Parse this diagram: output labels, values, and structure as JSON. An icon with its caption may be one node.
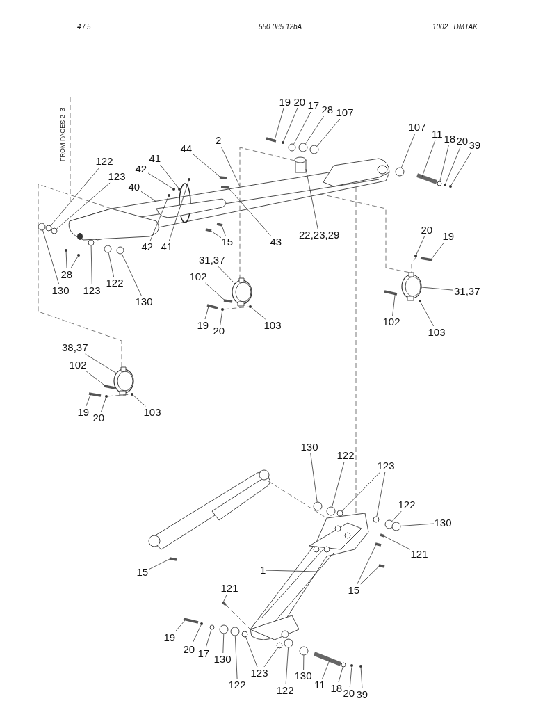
{
  "diagram": {
    "nodes": [
      {
        "text": [
          "19"
        ]
      },
      {
        "text": [
          "20"
        ]
      },
      {
        "text": [
          "17"
        ]
      },
      {
        "text": [
          "28"
        ]
      },
      {
        "text": [
          "107"
        ]
      },
      {
        "text": [
          "107"
        ]
      },
      {
        "text": [
          "11"
        ]
      },
      {
        "text": [
          "18"
        ]
      },
      {
        "text": [
          "20"
        ]
      },
      {
        "text": [
          "39"
        ]
      },
      {
        "text": [
          "2"
        ]
      },
      {
        "text": [
          "44"
        ]
      },
      {
        "text": [
          "41"
        ]
      },
      {
        "text": [
          "42"
        ]
      },
      {
        "text": [
          "122"
        ]
      },
      {
        "text": [
          "123"
        ]
      },
      {
        "text": [
          "40"
        ]
      },
      {
        "text": [
          "42"
        ]
      },
      {
        "text": [
          "41"
        ]
      },
      {
        "text": [
          "15"
        ]
      },
      {
        "text": [
          "43"
        ]
      },
      {
        "text": [
          "22,23,29"
        ]
      },
      {
        "text": [
          "28"
        ]
      },
      {
        "text": [
          "130"
        ]
      },
      {
        "text": [
          "123"
        ]
      },
      {
        "text": [
          "122"
        ]
      },
      {
        "text": [
          "130"
        ]
      },
      {
        "text": [
          "31,37"
        ]
      },
      {
        "text": [
          "102"
        ]
      },
      {
        "text": [
          "19"
        ]
      },
      {
        "text": [
          "20"
        ]
      },
      {
        "text": [
          "103"
        ]
      },
      {
        "text": [
          "20"
        ]
      },
      {
        "text": [
          "19"
        ]
      },
      {
        "text": [
          "31,37"
        ]
      },
      {
        "text": [
          "102"
        ]
      },
      {
        "text": [
          "103"
        ]
      },
      {
        "text": [
          "38,37"
        ]
      },
      {
        "text": [
          "102"
        ]
      },
      {
        "text": [
          "19"
        ]
      },
      {
        "text": [
          "20"
        ]
      },
      {
        "text": [
          "103"
        ]
      },
      {
        "text": [
          "130"
        ]
      },
      {
        "text": [
          "122"
        ]
      },
      {
        "text": [
          "123"
        ]
      },
      {
        "text": [
          "122"
        ]
      },
      {
        "text": [
          "130"
        ]
      },
      {
        "text": [
          "121"
        ]
      },
      {
        "text": [
          "15"
        ]
      },
      {
        "text": [
          "1"
        ]
      },
      {
        "text": [
          "15"
        ]
      },
      {
        "text": [
          "121"
        ]
      },
      {
        "text": [
          "19"
        ]
      },
      {
        "text": [
          "20"
        ]
      },
      {
        "text": [
          "17"
        ]
      },
      {
        "text": [
          "130"
        ]
      },
      {
        "text": [
          "122"
        ]
      },
      {
        "text": [
          "123"
        ]
      },
      {
        "text": [
          "122"
        ]
      },
      {
        "text": [
          "130"
        ]
      },
      {
        "text": [
          "11"
        ]
      },
      {
        "text": [
          "18"
        ]
      },
      {
        "text": [
          "20"
        ]
      },
      {
        "text": [
          "39"
        ]
      },
      {
        "text": [],
        "shape": "picture"
      },
      {
        "text": [],
        "shape": "picture"
      },
      {
        "text": [],
        "shape": "picture"
      },
      {
        "text": [],
        "shape": "picture"
      },
      {
        "text": [],
        "shape": "picture"
      },
      {
        "text": [],
        "shape": "picture"
      },
      {
        "text": [],
        "shape": "bar"
      },
      {
        "text": [],
        "shape": "circle"
      },
      {
        "text": [],
        "shape": "circle"
      },
      {
        "text": [],
        "shape": "circle"
      },
      {
        "text": [],
        "shape": "circle"
      },
      {
        "text": [],
        "shape": "circle"
      },
      {
        "text": [],
        "shape": "bar"
      },
      {
        "text": [],
        "shape": "circle"
      },
      {
        "text": [],
        "shape": "circle"
      },
      {
        "text": [],
        "shape": "circle"
      },
      {
        "text": [],
        "shape": "bar"
      },
      {
        "text": [],
        "shape": "circle"
      },
      {
        "text": [],
        "shape": "circle"
      },
      {
        "text": [],
        "shape": "circle"
      },
      {
        "text": [],
        "shape": "circle"
      },
      {
        "text": [],
        "shape": "circle"
      },
      {
        "text": [],
        "shape": "circle"
      },
      {
        "text": [],
        "shape": "bar"
      },
      {
        "text": [],
        "shape": "bar"
      },
      {
        "text": [],
        "shape": "bar"
      },
      {
        "text": [],
        "shape": "circle"
      },
      {
        "text": [],
        "shape": "circle"
      },
      {
        "text": [],
        "shape": "circle"
      },
      {
        "text": [],
        "shape": "circle"
      },
      {
        "text": [],
        "shape": "circle"
      },
      {
        "text": [],
        "shape": "circle"
      },
      {
        "text": [],
        "shape": "bar"
      },
      {
        "text": [],
        "shape": "bar"
      },
      {
        "text": [],
        "shape": "circle"
      },
      {
        "text": [],
        "shape": "circle"
      },
      {
        "text": [],
        "shape": "circle"
      },
      {
        "text": [],
        "shape": "bar"
      },
      {
        "text": [],
        "shape": "bar"
      },
      {
        "text": [],
        "shape": "circle"
      },
      {
        "text": [],
        "shape": "bar"
      },
      {
        "text": [],
        "shape": "bar"
      },
      {
        "text": [],
        "shape": "circle"
      },
      {
        "text": [],
        "shape": "circle"
      },
      {
        "text": [],
        "shape": "circle"
      },
      {
        "text": [],
        "shape": "circle"
      },
      {
        "text": [],
        "shape": "circle"
      },
      {
        "text": [],
        "shape": "circle"
      },
      {
        "text": [],
        "shape": "circle"
      },
      {
        "text": [],
        "shape": "circle"
      },
      {
        "text": [],
        "shape": "bar"
      },
      {
        "text": [],
        "shape": "bar"
      },
      {
        "text": [],
        "shape": "bar"
      },
      {
        "text": [],
        "shape": "bar"
      },
      {
        "text": [],
        "shape": "bar"
      },
      {
        "text": [],
        "shape": "bar"
      },
      {
        "text": [],
        "shape": "circle"
      },
      {
        "text": [],
        "shape": "circle"
      },
      {
        "text": [],
        "shape": "circle"
      },
      {
        "text": [],
        "shape": "circle"
      },
      {
        "text": [],
        "shape": "circle"
      },
      {
        "text": [],
        "shape": "circle"
      },
      {
        "text": [],
        "shape": "circle"
      },
      {
        "text": [],
        "shape": "circle"
      },
      {
        "text": [],
        "shape": "bar"
      },
      {
        "text": [],
        "shape": "circle"
      },
      {
        "text": [],
        "shape": "circle"
      },
      {
        "text": [],
        "shape": "circle"
      }
    ],
    "edges": [
      {
        "from": 0,
        "to": 70,
        "arrow": "none"
      },
      {
        "from": 1,
        "to": 71,
        "arrow": "none"
      },
      {
        "from": 2,
        "to": 72,
        "arrow": "none"
      },
      {
        "from": 3,
        "to": 73,
        "arrow": "none"
      },
      {
        "from": 4,
        "to": 74,
        "arrow": "none"
      },
      {
        "from": 5,
        "to": 75,
        "arrow": "none"
      },
      {
        "from": 6,
        "to": 76,
        "arrow": "none"
      },
      {
        "from": 7,
        "to": 77,
        "arrow": "none"
      },
      {
        "from": 8,
        "to": 78,
        "arrow": "none"
      },
      {
        "from": 9,
        "to": 79,
        "arrow": "none"
      },
      {
        "from": 10,
        "to": 64,
        "arrow": "none"
      },
      {
        "from": 11,
        "to": 80,
        "arrow": "none"
      },
      {
        "from": 12,
        "to": 81,
        "arrow": "none"
      },
      {
        "from": 13,
        "to": 82,
        "arrow": "none"
      },
      {
        "from": 14,
        "to": 83,
        "arrow": "none"
      },
      {
        "from": 15,
        "to": 84,
        "arrow": "none"
      },
      {
        "from": 16,
        "to": 64,
        "arrow": "none"
      },
      {
        "from": 17,
        "to": 85,
        "arrow": "none"
      },
      {
        "from": 18,
        "to": 86,
        "arrow": "none"
      },
      {
        "from": 19,
        "to": 87,
        "arrow": "none"
      },
      {
        "from": 19,
        "to": 88,
        "arrow": "none"
      },
      {
        "from": 20,
        "to": 89,
        "arrow": "none"
      },
      {
        "from": 21,
        "to": 64,
        "arrow": "none"
      },
      {
        "from": 22,
        "to": 90,
        "arrow": "none"
      },
      {
        "from": 22,
        "to": 91,
        "arrow": "none"
      },
      {
        "from": 23,
        "to": 92,
        "arrow": "none"
      },
      {
        "from": 24,
        "to": 93,
        "arrow": "none"
      },
      {
        "from": 25,
        "to": 94,
        "arrow": "none"
      },
      {
        "from": 26,
        "to": 95,
        "arrow": "none"
      },
      {
        "from": 27,
        "to": 65,
        "arrow": "none"
      },
      {
        "from": 28,
        "to": 96,
        "arrow": "none"
      },
      {
        "from": 29,
        "to": 97,
        "arrow": "none"
      },
      {
        "from": 30,
        "to": 98,
        "arrow": "none"
      },
      {
        "from": 31,
        "to": 99,
        "arrow": "none"
      },
      {
        "from": 32,
        "to": 100,
        "arrow": "none"
      },
      {
        "from": 33,
        "to": 101,
        "arrow": "none"
      },
      {
        "from": 34,
        "to": 66,
        "arrow": "none"
      },
      {
        "from": 35,
        "to": 102,
        "arrow": "none"
      },
      {
        "from": 36,
        "to": 103,
        "arrow": "none"
      },
      {
        "from": 37,
        "to": 67,
        "arrow": "none"
      },
      {
        "from": 38,
        "to": 104,
        "arrow": "none"
      },
      {
        "from": 39,
        "to": 105,
        "arrow": "none"
      },
      {
        "from": 40,
        "to": 106,
        "arrow": "none"
      },
      {
        "from": 41,
        "to": 107,
        "arrow": "none"
      },
      {
        "from": 42,
        "to": 108,
        "arrow": "none"
      },
      {
        "from": 43,
        "to": 109,
        "arrow": "none"
      },
      {
        "from": 44,
        "to": 110,
        "arrow": "none"
      },
      {
        "from": 44,
        "to": 111,
        "arrow": "none"
      },
      {
        "from": 45,
        "to": 112,
        "arrow": "none"
      },
      {
        "from": 46,
        "to": 113,
        "arrow": "none"
      },
      {
        "from": 47,
        "to": 114,
        "arrow": "none"
      },
      {
        "from": 48,
        "to": 115,
        "arrow": "none"
      },
      {
        "from": 49,
        "to": 69,
        "arrow": "none"
      },
      {
        "from": 50,
        "to": 116,
        "arrow": "none"
      },
      {
        "from": 50,
        "to": 117,
        "arrow": "none"
      },
      {
        "from": 51,
        "to": 118,
        "arrow": "none"
      },
      {
        "from": 52,
        "to": 119,
        "arrow": "none"
      },
      {
        "from": 53,
        "to": 120,
        "arrow": "none"
      },
      {
        "from": 54,
        "to": 121,
        "arrow": "none"
      },
      {
        "from": 55,
        "to": 122,
        "arrow": "none"
      },
      {
        "from": 56,
        "to": 123,
        "arrow": "none"
      },
      {
        "from": 57,
        "to": 124,
        "arrow": "none"
      },
      {
        "from": 57,
        "to": 125,
        "arrow": "none"
      },
      {
        "from": 58,
        "to": 126,
        "arrow": "none"
      },
      {
        "from": 59,
        "to": 127,
        "arrow": "none"
      },
      {
        "from": 60,
        "to": 128,
        "arrow": "none"
      },
      {
        "from": 61,
        "to": 129,
        "arrow": "none"
      },
      {
        "from": 62,
        "to": 130,
        "arrow": "none"
      },
      {
        "from": 63,
        "to": 131,
        "arrow": "none"
      },
      {
        "from": 64,
        "to": 67,
        "arrow": "none",
        "style": "dashed"
      },
      {
        "from": 64,
        "to": 65,
        "arrow": "none",
        "style": "dashed"
      },
      {
        "from": 64,
        "to": 66,
        "arrow": "none",
        "style": "dashed"
      },
      {
        "from": 64,
        "to": 69,
        "arrow": "none",
        "style": "dashed"
      },
      {
        "from": 68,
        "to": 69,
        "arrow": "none",
        "style": "dashed"
      },
      {
        "from": 98,
        "to": 99,
        "arrow": "none",
        "style": "dashed"
      },
      {
        "from": 106,
        "to": 107,
        "arrow": "none",
        "style": "dashed"
      },
      {
        "from": 100,
        "to": 66,
        "arrow": "none",
        "style": "dashed"
      },
      {
        "from": 118,
        "to": 69,
        "arrow": "none",
        "style": "dashed"
      }
    ],
    "labels": [
      "4 / 5",
      "550 085 12bA",
      "1002   DMTAK",
      "FROM PAGES 2–3"
    ]
  }
}
